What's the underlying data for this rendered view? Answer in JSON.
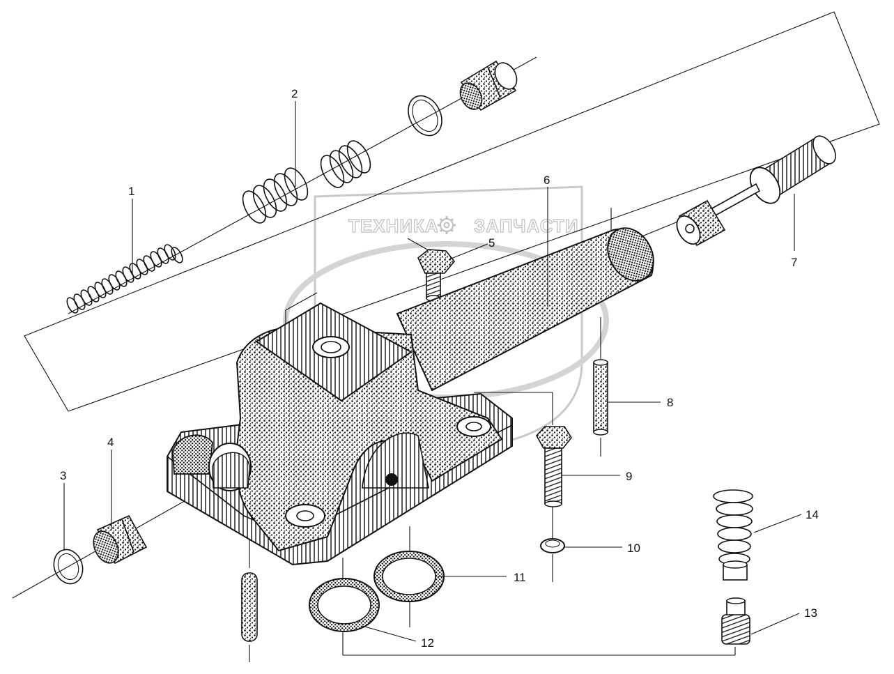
{
  "watermark": {
    "left_word": "ТЕХНИКА",
    "right_word": "ЗАПЧАСТИ",
    "logo": "gear-icon"
  },
  "callouts": {
    "n1": "1",
    "n2": "2",
    "n3": "3",
    "n4": "4",
    "n5": "5",
    "n6": "6",
    "n7": "7",
    "n8": "8",
    "n9": "9",
    "n10": "10",
    "n11": "11",
    "n12": "12",
    "n13": "13",
    "n14": "14"
  },
  "colors": {
    "ink": "#111111",
    "watermark": "#b9b9b9",
    "background": "#ffffff"
  }
}
